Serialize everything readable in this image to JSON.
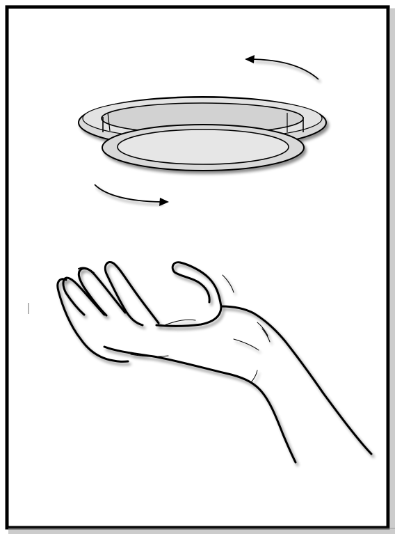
{
  "illustration": {
    "subject": "ceiling-light-fixture-installation",
    "colors": {
      "outline": "#000000",
      "fixture_fill": "#d9d9d9",
      "lens_fill": "#e6e6e6",
      "shadow": "#8a8a8a",
      "background": "#ffffff",
      "border": "#000000"
    },
    "icons": {
      "rotation_arrow_top": "counter-clockwise-arrow",
      "rotation_arrow_bottom": "clockwise-arrow"
    }
  }
}
